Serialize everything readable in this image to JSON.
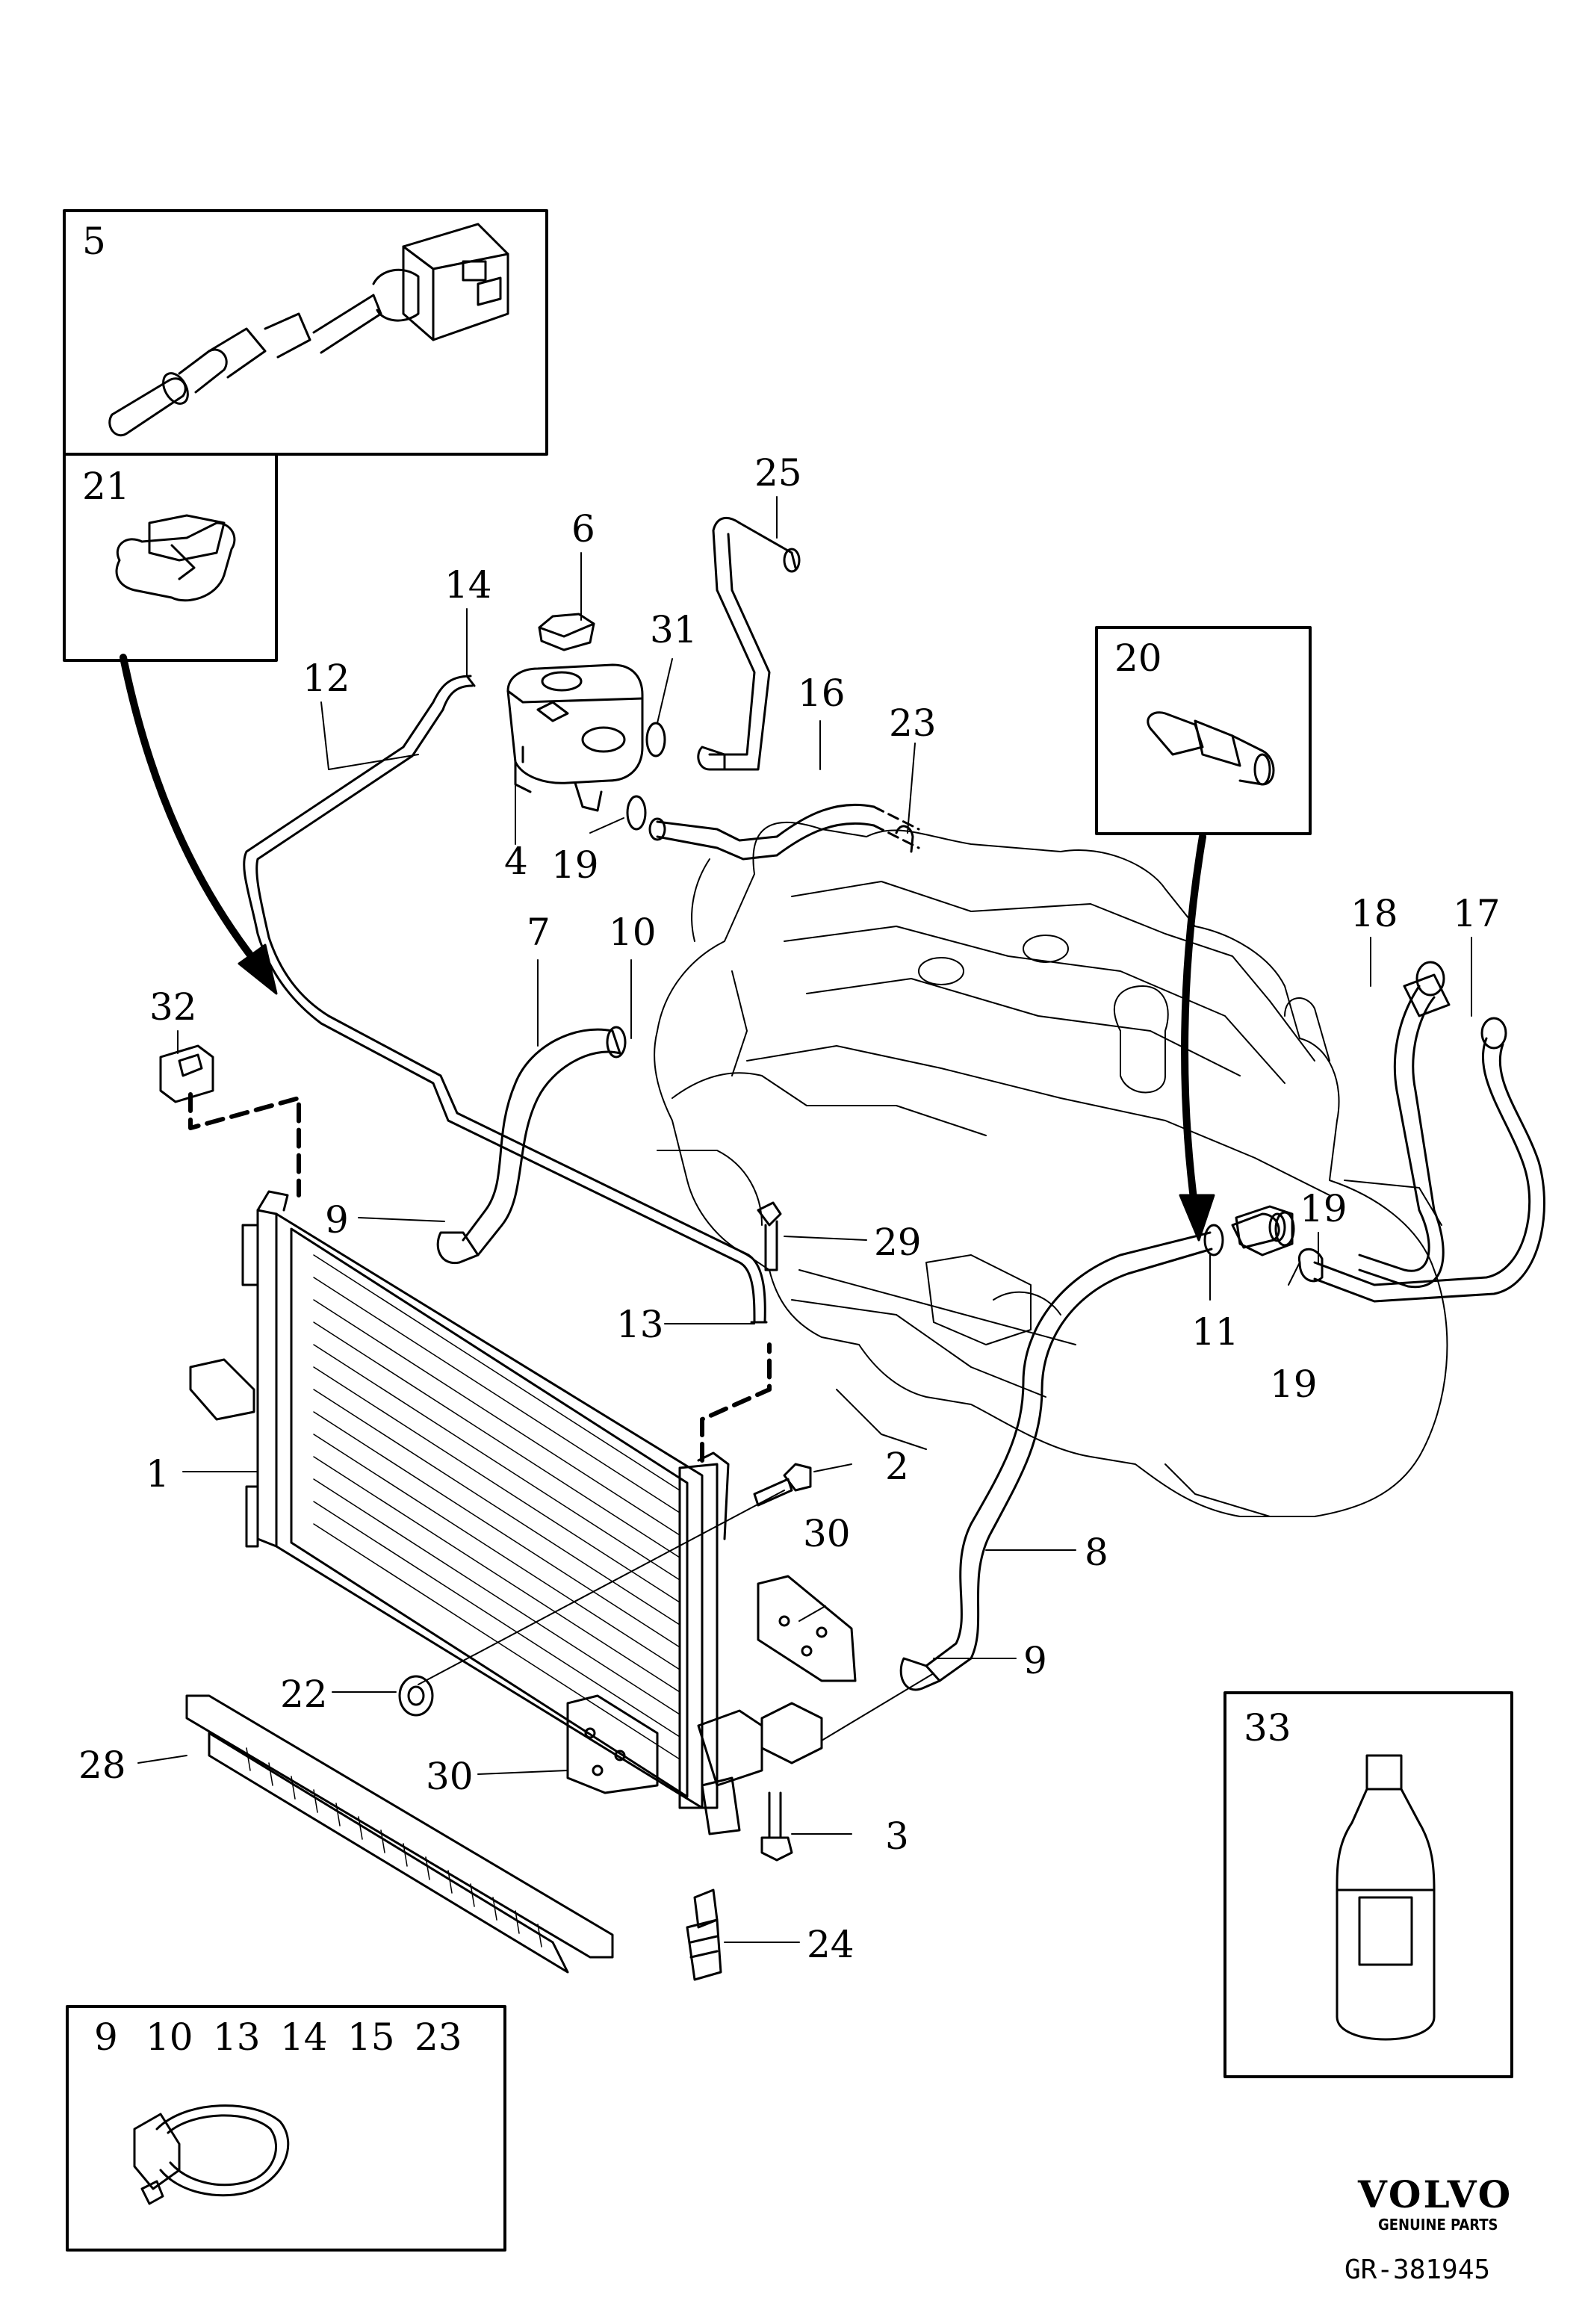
{
  "diagram": {
    "reference_code": "GR-381945",
    "brand": {
      "name": "VOLVO",
      "tagline": "GENUINE PARTS"
    },
    "callouts": [
      {
        "id": "c1",
        "text": "1"
      },
      {
        "id": "c2",
        "text": "2"
      },
      {
        "id": "c3",
        "text": "3"
      },
      {
        "id": "c4",
        "text": "4"
      },
      {
        "id": "c6",
        "text": "6"
      },
      {
        "id": "c7",
        "text": "7"
      },
      {
        "id": "c8",
        "text": "8"
      },
      {
        "id": "c9a",
        "text": "9"
      },
      {
        "id": "c9b",
        "text": "9"
      },
      {
        "id": "c10",
        "text": "10"
      },
      {
        "id": "c11",
        "text": "11"
      },
      {
        "id": "c12",
        "text": "12"
      },
      {
        "id": "c13",
        "text": "13"
      },
      {
        "id": "c14",
        "text": "14"
      },
      {
        "id": "c16",
        "text": "16"
      },
      {
        "id": "c17",
        "text": "17"
      },
      {
        "id": "c18",
        "text": "18"
      },
      {
        "id": "c19a",
        "text": "19"
      },
      {
        "id": "c19b",
        "text": "19"
      },
      {
        "id": "c19c",
        "text": "19"
      },
      {
        "id": "c22",
        "text": "22"
      },
      {
        "id": "c23",
        "text": "23"
      },
      {
        "id": "c24",
        "text": "24"
      },
      {
        "id": "c25",
        "text": "25"
      },
      {
        "id": "c28",
        "text": "28"
      },
      {
        "id": "c29",
        "text": "29"
      },
      {
        "id": "c30a",
        "text": "30"
      },
      {
        "id": "c30b",
        "text": "30"
      },
      {
        "id": "c31",
        "text": "31"
      },
      {
        "id": "c32",
        "text": "32"
      }
    ],
    "boxes": {
      "box5": "5",
      "box21": "21",
      "box20": "20",
      "box33": "33",
      "clamps": [
        "9",
        "10",
        "13",
        "14",
        "15",
        "23"
      ]
    }
  }
}
